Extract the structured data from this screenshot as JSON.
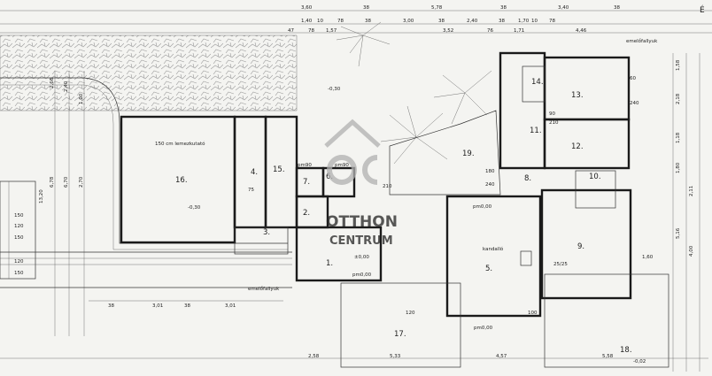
{
  "watermark": {
    "line1": "OTTHON",
    "line2": "CENTRUM"
  },
  "top_dimensions_row1": [
    "3,60",
    "38",
    "5,78",
    "38",
    "3,40",
    "38"
  ],
  "top_dimensions_row2": [
    "1,40",
    "10",
    "78",
    "38",
    "3,00",
    "38",
    "2,40",
    "38",
    "1,70",
    "10",
    "78"
  ],
  "top_dimensions_row3": [
    "47",
    "78",
    "1,57",
    "3,52",
    "76",
    "1,71",
    "4,46"
  ],
  "right_dimensions": [
    "1,58",
    "2,18",
    "1,18",
    "1,80",
    "2,11",
    "5,16",
    "4,00",
    "1,60"
  ],
  "left_dimensions": [
    "2,66",
    "2,40",
    "1,00",
    "6,78",
    "6,70",
    "2,70",
    "13,20"
  ],
  "bottom_dimensions": [
    "38",
    "3,01",
    "38",
    "3,01",
    "2,58",
    "5,33",
    "4,57",
    "5,58"
  ],
  "rooms": [
    {
      "num": "16.",
      "area": "-0,30"
    },
    {
      "num": "4."
    },
    {
      "num": "15."
    },
    {
      "num": "7."
    },
    {
      "num": "6."
    },
    {
      "num": "3."
    },
    {
      "num": "2."
    },
    {
      "num": "1."
    },
    {
      "num": "19."
    },
    {
      "num": "5."
    },
    {
      "num": "9."
    },
    {
      "num": "11."
    },
    {
      "num": "12."
    },
    {
      "num": "13."
    },
    {
      "num": "14."
    },
    {
      "num": "10."
    },
    {
      "num": "8."
    },
    {
      "num": "17."
    },
    {
      "num": "18."
    }
  ],
  "levels": [
    "-0,30",
    "±0,00",
    "pm0,00",
    "-0,02"
  ],
  "door_labels": [
    "pm90",
    "210",
    "90",
    "75",
    "180",
    "240",
    "120",
    "60",
    "100"
  ],
  "notes": [
    "150 cm lemezkutató",
    "emelőfallyuk",
    "kandalló",
    "25/25"
  ],
  "left_numbers": [
    "150",
    "120",
    "150",
    "120",
    "150"
  ]
}
